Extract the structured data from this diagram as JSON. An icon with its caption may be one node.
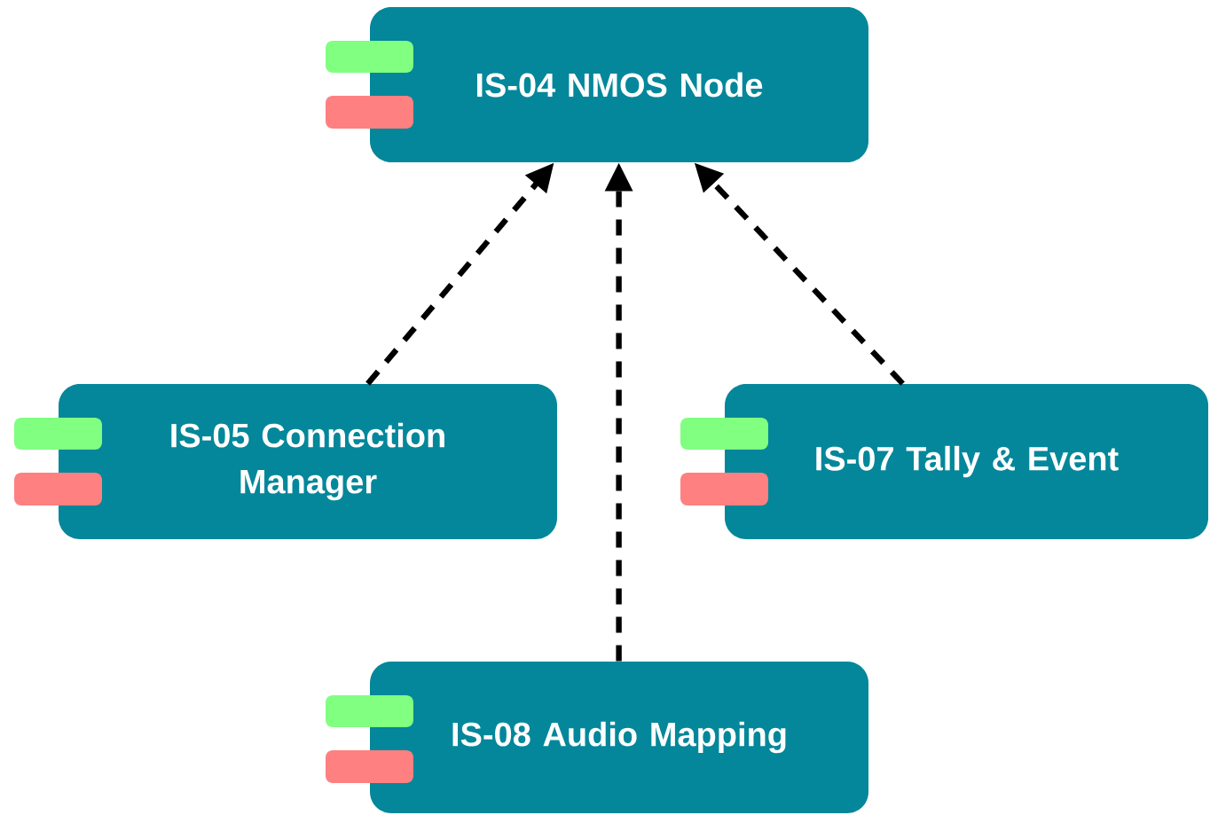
{
  "diagram": {
    "nodes": [
      {
        "text": [
          "IS-04 NMOS Node"
        ]
      },
      {
        "text": [
          "IS-05 Connection Manager"
        ]
      },
      {
        "text": [
          "IS-07 Tally & Event"
        ]
      },
      {
        "text": [
          "IS-08 Audio Mapping"
        ]
      }
    ],
    "edges": [
      {
        "from": 1,
        "to": 0,
        "arrow": "to",
        "style": "dashed"
      },
      {
        "from": 3,
        "to": 0,
        "arrow": "to",
        "style": "dashed"
      },
      {
        "from": 2,
        "to": 0,
        "arrow": "to",
        "style": "dashed"
      }
    ]
  }
}
